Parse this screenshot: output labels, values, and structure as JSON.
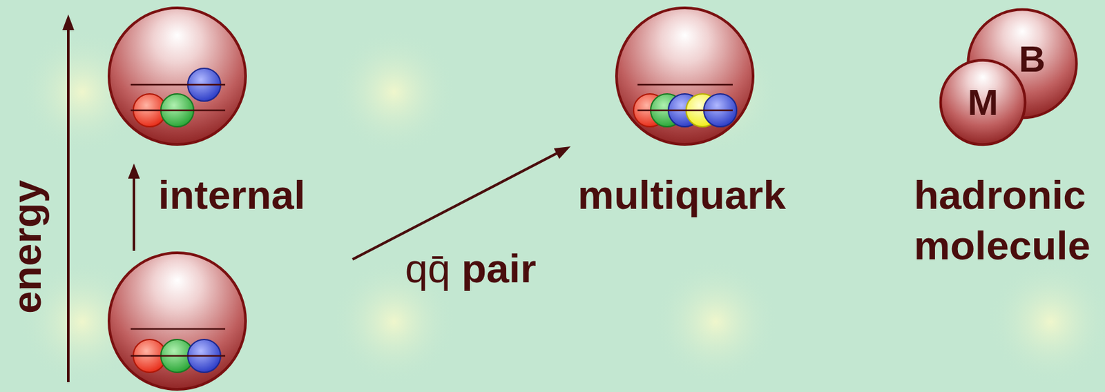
{
  "diagram": {
    "nodes": [
      {
        "text": [
          "B"
        ]
      },
      {
        "text": [
          "M"
        ]
      }
    ],
    "labels": [
      "energy",
      "internal",
      "qq̄",
      "pair",
      "multiquark",
      "hadronic molecule"
    ]
  }
}
